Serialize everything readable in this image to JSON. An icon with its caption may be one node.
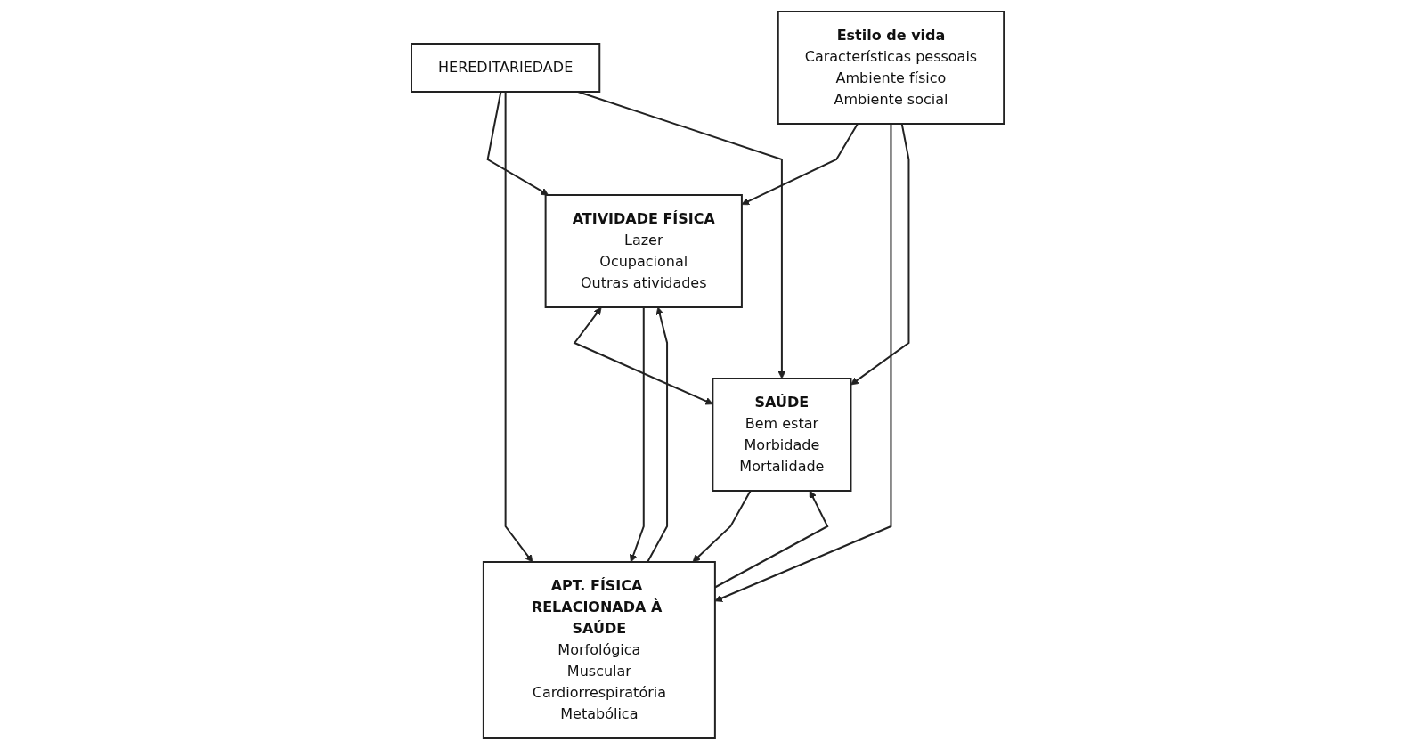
{
  "diagram": {
    "nodes": [
      {
        "text": [
          "HEREDITARIEDADE"
        ]
      },
      {
        "text": [
          "ATIVIDADE FÍSICA",
          "Lazer",
          "Ocupacional",
          "Outras atividades"
        ]
      },
      {
        "text": [
          "APT. FÍSICA RELACIONADA À SAÚDE",
          "Morfológica",
          "Muscular",
          "Cardiorrespiratória",
          "Metabólica"
        ]
      },
      {
        "text": [
          "SAÚDE",
          "Bem estar",
          "Morbidade",
          "Mortalidade"
        ]
      },
      {
        "text": [
          "Estilo de vida",
          "Características pessoais",
          "Ambiente físico",
          "Ambiente social"
        ]
      }
    ],
    "edges": [
      {
        "from": 1,
        "to": 3,
        "arrow": "both"
      },
      {
        "from": 0,
        "to": 1,
        "arrow": "to"
      },
      {
        "from": 0,
        "to": 2,
        "arrow": "to"
      },
      {
        "from": 0,
        "to": 3,
        "arrow": "to"
      },
      {
        "from": 1,
        "to": 2,
        "arrow": "to"
      },
      {
        "from": 2,
        "to": 1,
        "arrow": "to"
      },
      {
        "from": 2,
        "to": 3,
        "arrow": "to"
      },
      {
        "from": 3,
        "to": 2,
        "arrow": "to"
      },
      {
        "from": 4,
        "to": 1,
        "arrow": "to"
      },
      {
        "from": 4,
        "to": 2,
        "arrow": "to"
      },
      {
        "from": 4,
        "to": 3,
        "arrow": "to"
      }
    ]
  }
}
